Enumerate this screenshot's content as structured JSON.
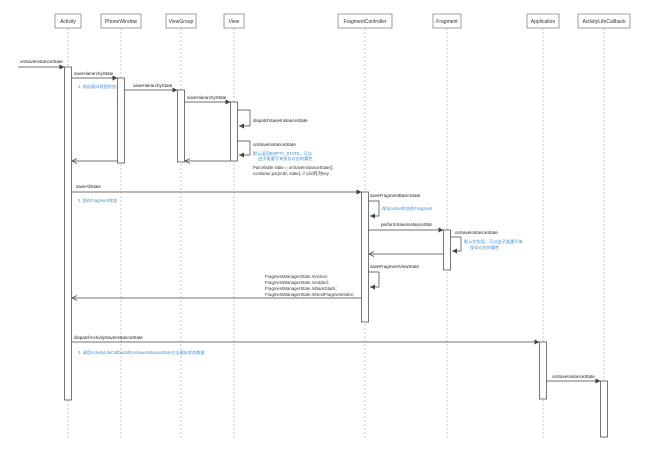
{
  "participants": [
    "Activity",
    "PhoneWindow",
    "ViewGroup",
    "View",
    "FragmentController",
    "Fragment",
    "Application",
    "ActivityLifeCallback"
  ],
  "messages": {
    "onSaveInstanceState_entry": "onSaveInstanceState",
    "saveHierarchyState_1": "saveHierarchyState",
    "saveHierarchyState_2": "saveHierarchyState",
    "saveHierarchyState_3": "saveHierarchyState",
    "dispatchSaveInstanceState": "dispatchSaveInstanceState",
    "view_onSaveInstanceState": "onSaveInstanceState",
    "saveAllState": "saveAllState",
    "saveFragmentBasicState": "saveFragmentBasicState",
    "performSaveInstanceState": "performSaveInstanceStat",
    "fragment_onSaveInstanceState": "onSaveInstanceState",
    "saveFragmentViewState": "saveFragmentViewState",
    "dispatchActivitySaveInstanceState": "dispatchActivitySaveInstanceState",
    "callback_onSaveInstanceState": "onSaveInstanceState"
  },
  "notes": {
    "n1": "1. 保存窗口视图状态",
    "n_view_1": "默认返回EMPTY_STATE，可以",
    "n_view_2": "由子类重写来保存对应的属性",
    "n2": "2. 保存Fragment状态",
    "n_fc": "保存Active状态的Fragment",
    "n_frag_1": "默认空实现，可以由子类重写来",
    "n_frag_2": "保存对应的属性",
    "n3": "3. 调用ActivityLifeCallback的onSaveInstanceState方法保存状态数据"
  },
  "code": {
    "view_1": "Parcelable state = onSaveInstanceState();",
    "view_2": "container.put(mID, state);  // 以id作为key",
    "fc_1": "FragmentManagerState.mActive;",
    "fc_2": "FragmentManagerState.mAdded;",
    "fc_3": "FragmentManagerState.mBackStack;",
    "fc_4": "FragmentManagerState.mNextFragmentIndex;"
  }
}
